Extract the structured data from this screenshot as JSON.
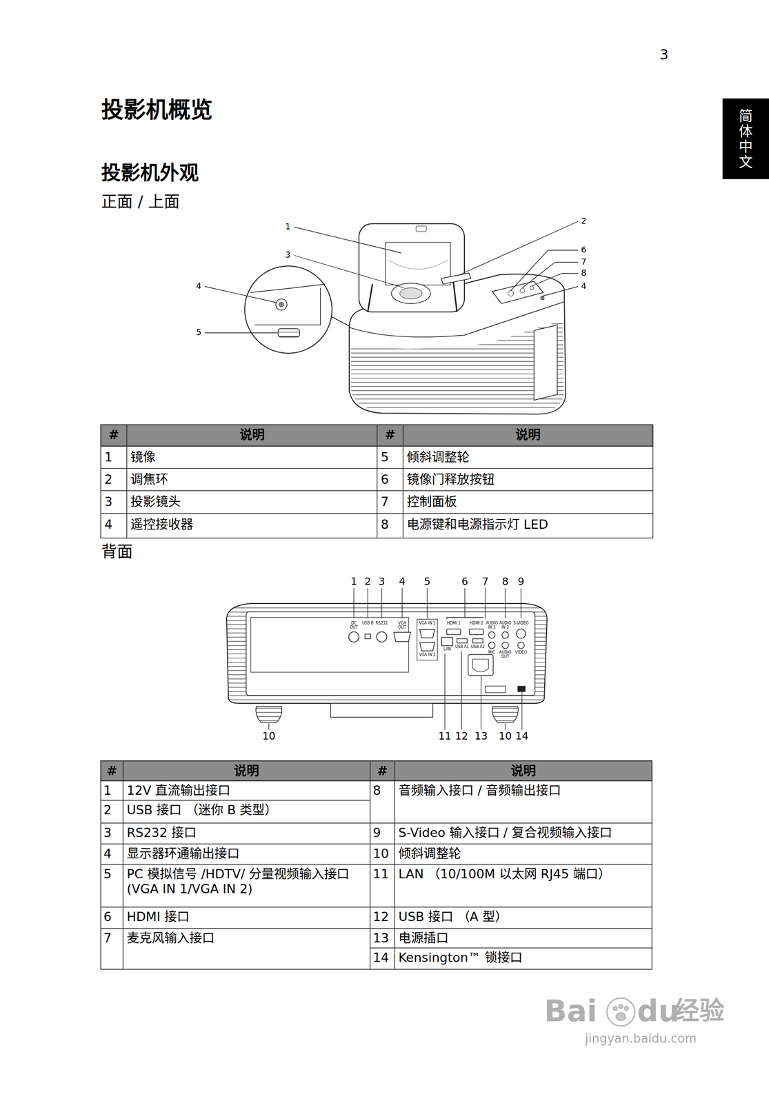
{
  "diagram": {
    "title": "投影机概览",
    "nodes": [
      {
        "text": [
          "简体中文"
        ]
      }
    ],
    "labels": [
      "3",
      "投影机外观",
      "正面 / 上面",
      "1",
      "3",
      "4",
      "5",
      "2",
      "6",
      "7",
      "8",
      "4",
      "#",
      "说明",
      "#",
      "说明",
      "1",
      "镜像",
      "5",
      "倾斜调整轮",
      "2",
      "调焦环",
      "6",
      "镜像门释放按钮",
      "3",
      "投影镜头",
      "7",
      "控制面板",
      "4",
      "遥控接收器",
      "8",
      "电源键和电源指示灯 LED",
      "背面",
      "1",
      "2",
      "3",
      "4",
      "5",
      "6",
      "7",
      "8",
      "9",
      "10",
      "11",
      "12",
      "13",
      "10",
      "14",
      "DC OUT",
      "USB B",
      "RS232",
      "VGA OUT",
      "VGA IN 1",
      "VGA IN 2",
      "HDMI 1",
      "HDMI 2",
      "LAN",
      "USB A1",
      "USB A2",
      "AUDIO IN 1",
      "AUDIO IN 2",
      "MIC",
      "AUDIO OUT",
      "S-VIDEO",
      "VIDEO",
      "#",
      "说明",
      "#",
      "说明",
      "1",
      "12V 直流输出接口",
      "2",
      "USB 接口 （迷你 B 类型）",
      "3",
      "RS232 接口",
      "4",
      "显示器环通输出接口",
      "5",
      "PC 模拟信号 /HDTV/ 分量视频输入接口 (VGA IN 1/VGA IN 2)",
      "6",
      "HDMI 接口",
      "7",
      "麦克风输入接口",
      "8",
      "音频输入接口 / 音频输出接口",
      "9",
      "S-Video 输入接口 / 复合视频输入接口",
      "10",
      "倾斜调整轮",
      "11",
      "LAN （10/100M 以太网 RJ45 端口）",
      "12",
      "USB 接口 （A 型）",
      "13",
      "电源插口",
      "14",
      "Kensington™ 锁接口",
      "Bai",
      "du",
      "经验",
      "jingyan.baidu.com"
    ]
  }
}
